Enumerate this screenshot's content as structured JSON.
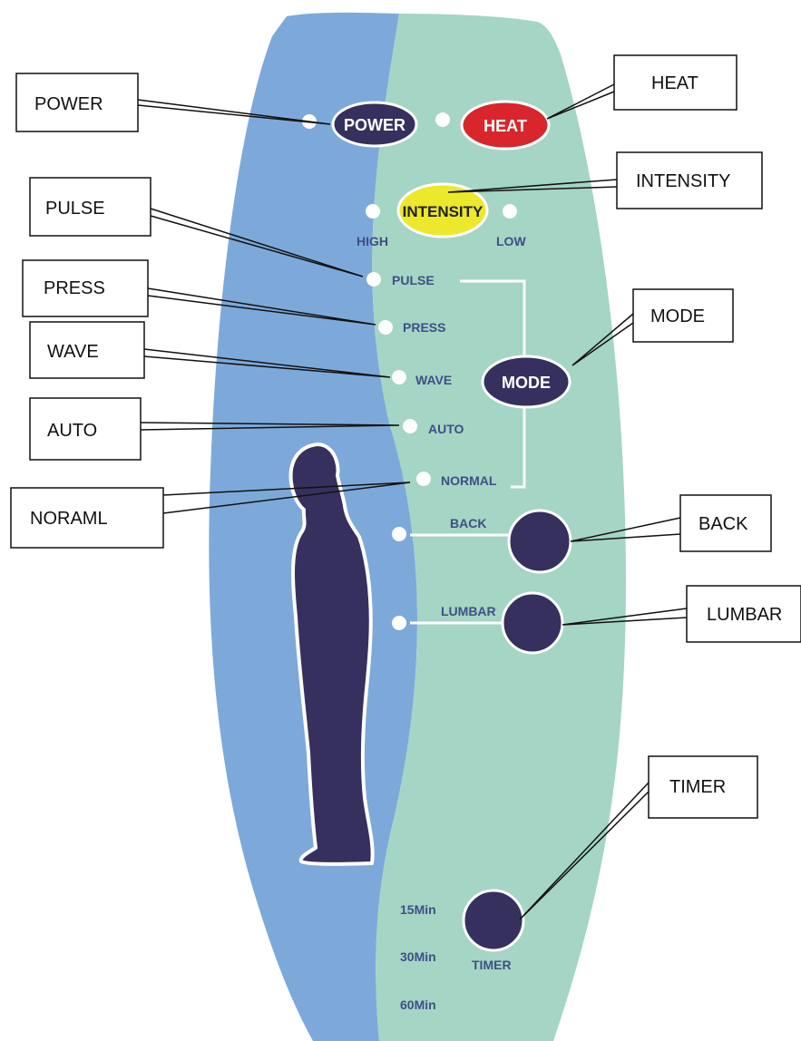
{
  "colors": {
    "panel_blue": "#7DA9DA",
    "panel_green": "#A5D5C4",
    "navy": "#36305E",
    "heat_red": "#D8262C",
    "intensity_yellow": "#ECE82C",
    "led_white": "#FFFFFF",
    "label_text": "#3E4F86",
    "outline": "#111111"
  },
  "buttons": {
    "power": "POWER",
    "heat": "HEAT",
    "intensity": "INTENSITY",
    "mode": "MODE"
  },
  "panel_labels": {
    "high": "HIGH",
    "low": "LOW",
    "pulse": "PULSE",
    "press": "PRESS",
    "wave": "WAVE",
    "auto": "AUTO",
    "normal": "NORMAL",
    "back": "BACK",
    "lumbar": "LUMBAR",
    "min15": "15Min",
    "min30": "30Min",
    "min60": "60Min",
    "timer": "TIMER"
  },
  "callouts": {
    "power": "POWER",
    "heat": "HEAT",
    "intensity": "INTENSITY",
    "pulse": "PULSE",
    "press": "PRESS",
    "wave": "WAVE",
    "auto": "AUTO",
    "mode": "MODE",
    "normal": "NORAML",
    "back": "BACK",
    "lumbar": "LUMBAR",
    "timer": "TIMER"
  }
}
